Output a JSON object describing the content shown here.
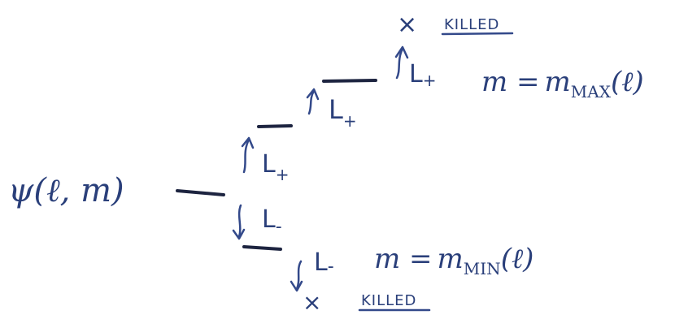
{
  "diagram": {
    "state_label": "ψ(ℓ, m)",
    "raising_operator": "L",
    "raising_sub": "+",
    "lowering_operator": "L",
    "lowering_sub": "-",
    "top_killed_mark": "×",
    "top_killed_label": "KILLED",
    "bottom_killed_mark": "×",
    "bottom_killed_label": "KILLED",
    "top_condition_lhs": "m =",
    "top_condition_var": "m",
    "top_condition_sub": "MAX",
    "top_condition_arg": "(ℓ)",
    "bottom_condition_lhs": "m =",
    "bottom_condition_var": "m",
    "bottom_condition_sub": "MIN",
    "bottom_condition_arg": "(ℓ)"
  }
}
